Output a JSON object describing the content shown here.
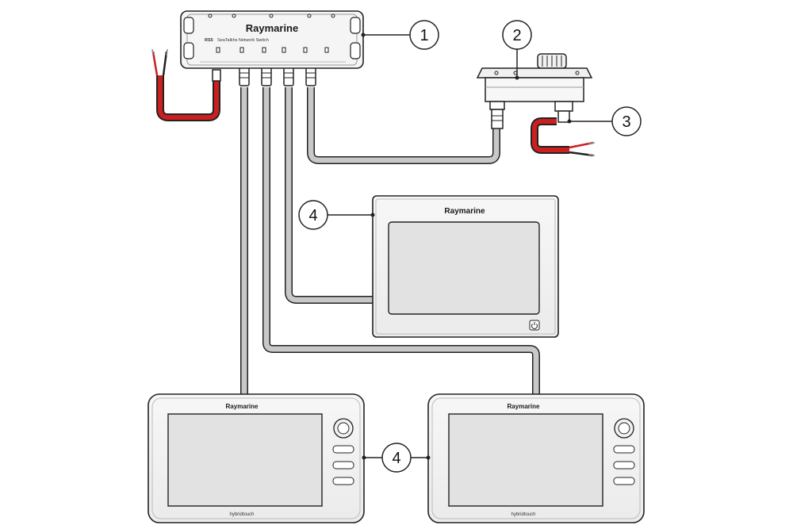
{
  "switch": {
    "brand": "Raymarine",
    "model": "RS5",
    "product": "SeaTalkhs Network Switch"
  },
  "center_display": {
    "brand": "Raymarine"
  },
  "mfd_left": {
    "brand": "Raymarine",
    "tech_label": "hybridtouch"
  },
  "mfd_right": {
    "brand": "Raymarine",
    "tech_label": "hybridtouch"
  },
  "callouts": {
    "c1": "1",
    "c2": "2",
    "c3": "3",
    "c4a": "4",
    "c4b": "4"
  },
  "colors": {
    "cable_fill": "#c8c8c8",
    "cable_stroke": "#222222",
    "power_red": "#cc1f1f",
    "screen": "#e2e2e2"
  }
}
